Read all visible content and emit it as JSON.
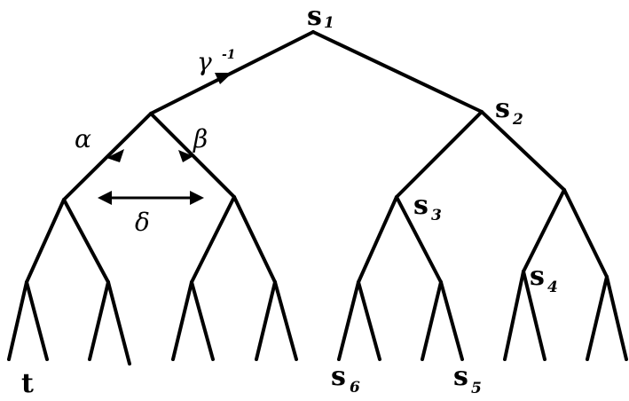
{
  "diagram": {
    "node_labels": [
      {
        "id": "s1",
        "main": "s",
        "sub": "1"
      },
      {
        "id": "s2",
        "main": "s",
        "sub": "2"
      },
      {
        "id": "s3",
        "main": "s",
        "sub": "3"
      },
      {
        "id": "s4",
        "main": "s",
        "sub": "4"
      },
      {
        "id": "s5",
        "main": "s",
        "sub": "5"
      },
      {
        "id": "s6",
        "main": "s",
        "sub": "6"
      },
      {
        "id": "t",
        "main": "t",
        "sub": ""
      }
    ],
    "edge_labels": {
      "gamma": "γ",
      "gamma_sup": "-1",
      "alpha": "α",
      "beta": "β",
      "delta": "δ"
    }
  }
}
